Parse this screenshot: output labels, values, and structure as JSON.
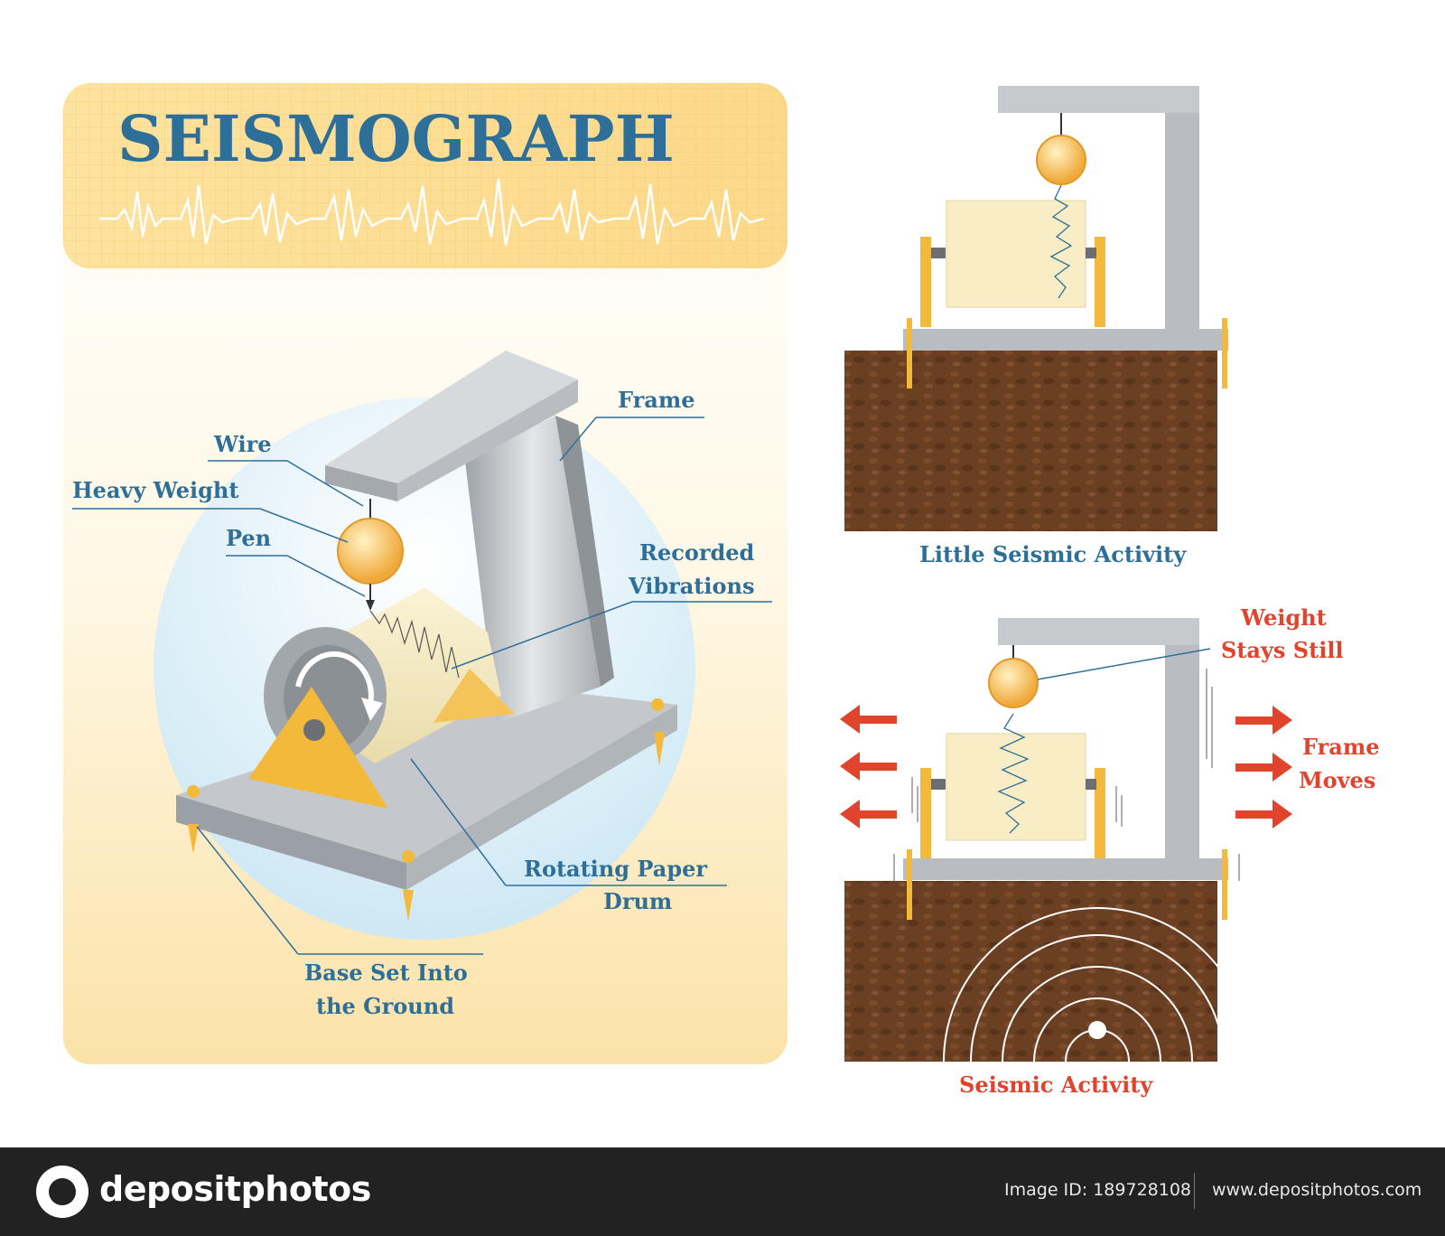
{
  "title": "SEISMOGRAPH",
  "labels": {
    "frame": "Frame",
    "wire": "Wire",
    "heavy_weight": "Heavy Weight",
    "pen": "Pen",
    "recorded_vibrations_1": "Recorded",
    "recorded_vibrations_2": "Vibrations",
    "rotating_paper_1": "Rotating Paper",
    "rotating_paper_2": "Drum",
    "base_set_1": "Base Set Into",
    "base_set_2": "the Ground"
  },
  "panels": {
    "little": "Little Seismic Activity",
    "seismic": "Seismic Activity",
    "weight_stays_1": "Weight",
    "weight_stays_2": "Stays Still",
    "frame_moves_1": "Frame",
    "frame_moves_2": "Moves"
  },
  "footer": {
    "brand": "depositphotos",
    "image_id": "Image ID: 189728108",
    "site": "www.depositphotos.com"
  },
  "colors": {
    "title_blue": "#2e6f99",
    "accent_red": "#e0442c",
    "soil": "#6b3f22",
    "metal": "#b9bdc2",
    "brass": "#f2b93b"
  }
}
